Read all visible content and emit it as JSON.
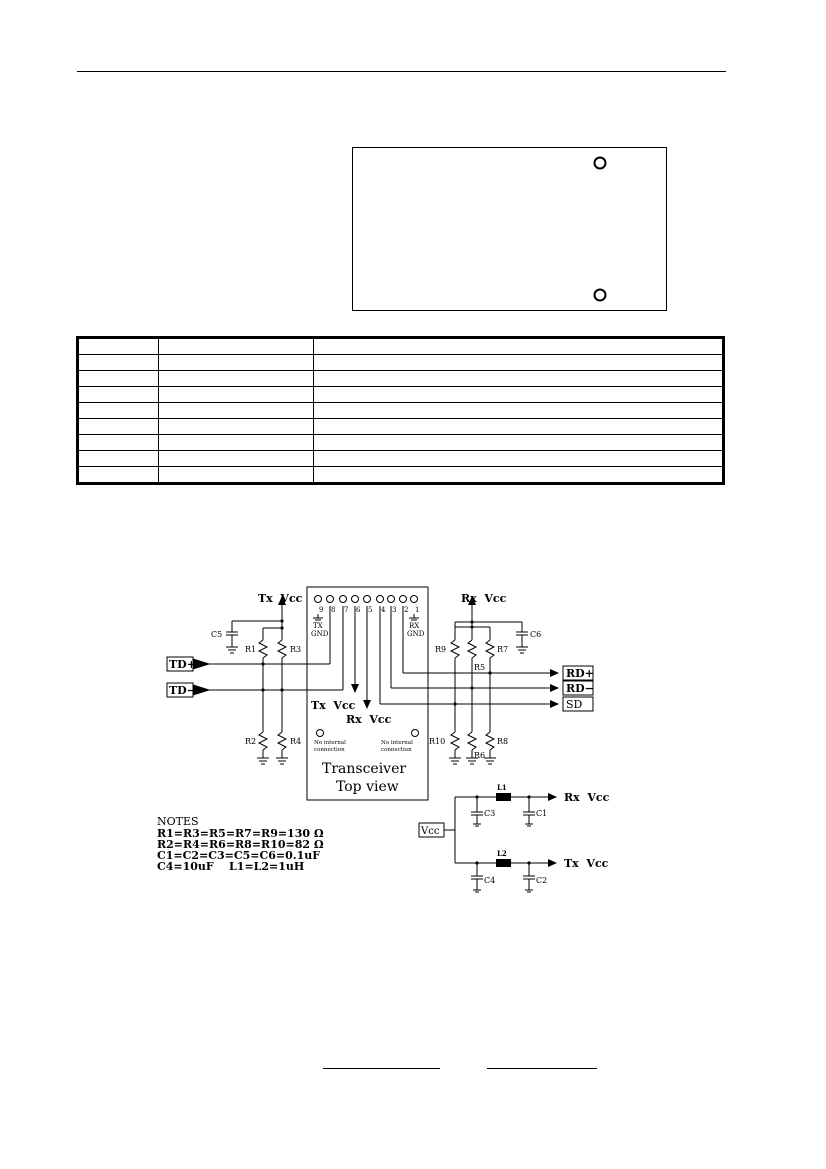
{
  "pin_table": {
    "rows": 9,
    "columns": 3
  },
  "schematic": {
    "tx_vcc": "Tx  Vcc",
    "rx_vcc": "Rx  Vcc",
    "pins": [
      "9",
      "8",
      "7",
      "6",
      "5",
      "4",
      "3",
      "2",
      "1"
    ],
    "tx_gnd": [
      "TX",
      "GND"
    ],
    "rx_gnd": [
      "RX",
      "GND"
    ],
    "caps": {
      "c5": "C5",
      "c6": "C6",
      "c1": "C1",
      "c2": "C2",
      "c3": "C3",
      "c4": "C4"
    },
    "resistors": {
      "r1": "R1",
      "r2": "R2",
      "r3": "R3",
      "r4": "R4",
      "r5": "R5",
      "r6": "R6",
      "r7": "R7",
      "r8": "R8",
      "r9": "R9",
      "r10": "R10"
    },
    "signals": {
      "td_plus": "TD+",
      "td_minus": "TD−",
      "rd_plus": "RD+",
      "rd_minus": "RD−",
      "sd": "SD"
    },
    "no_internal": [
      "No internal",
      "connection"
    ],
    "title": [
      "Transceiver",
      "Top view"
    ],
    "inductors": {
      "l1": "L1",
      "l2": "L2"
    },
    "vcc": "Vcc",
    "notes": {
      "heading": "NOTES",
      "lines": [
        "R1=R3=R5=R7=R9=130 Ω",
        "R2=R4=R6=R8=R10=82 Ω",
        "C1=C2=C3=C5=C6=0.1uF",
        "C4=10uF    L1=L2=1uH"
      ]
    }
  }
}
